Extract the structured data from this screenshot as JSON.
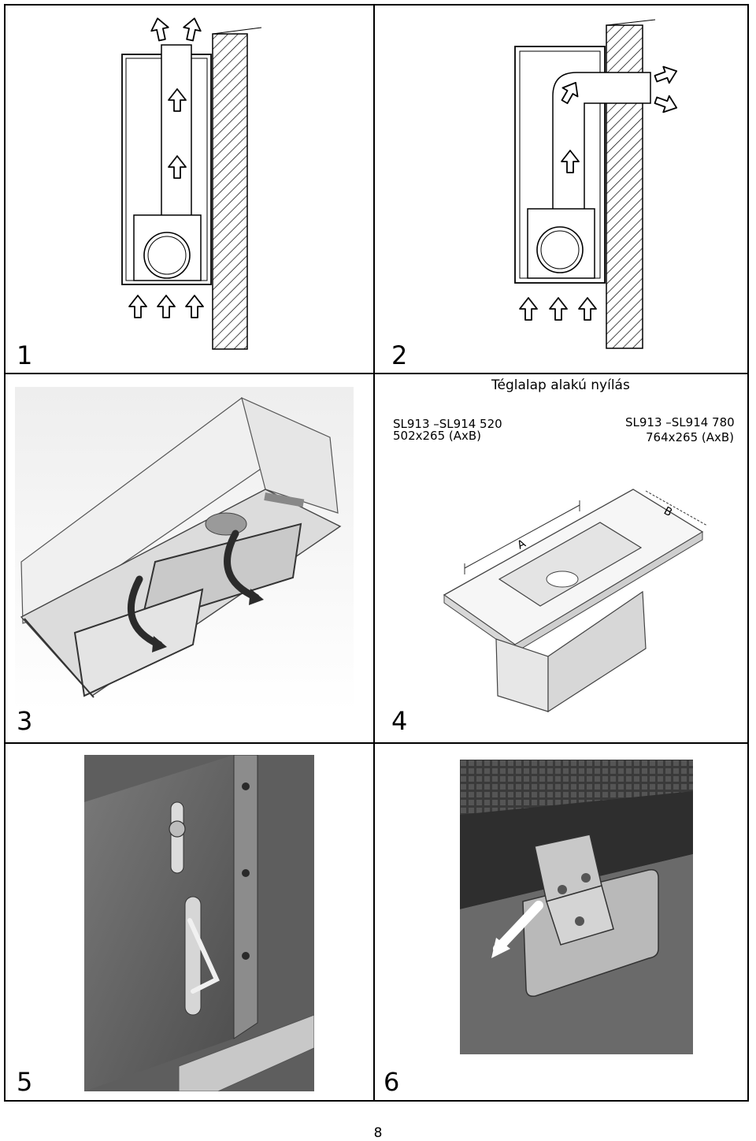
{
  "panels": [
    {
      "number": "1"
    },
    {
      "number": "2"
    },
    {
      "number": "3"
    },
    {
      "number": "4"
    },
    {
      "number": "5"
    },
    {
      "number": "6"
    }
  ],
  "panel4": {
    "heading": "Téglalap alakú nyílás",
    "left_model": "SL913 –SL914 520",
    "left_dims": "502x265 (AxB)",
    "right_model": "SL913 –SL914 780",
    "right_dims": "764x265 (AxB)",
    "label_a": "A",
    "label_b": "B"
  },
  "page_number": "8"
}
